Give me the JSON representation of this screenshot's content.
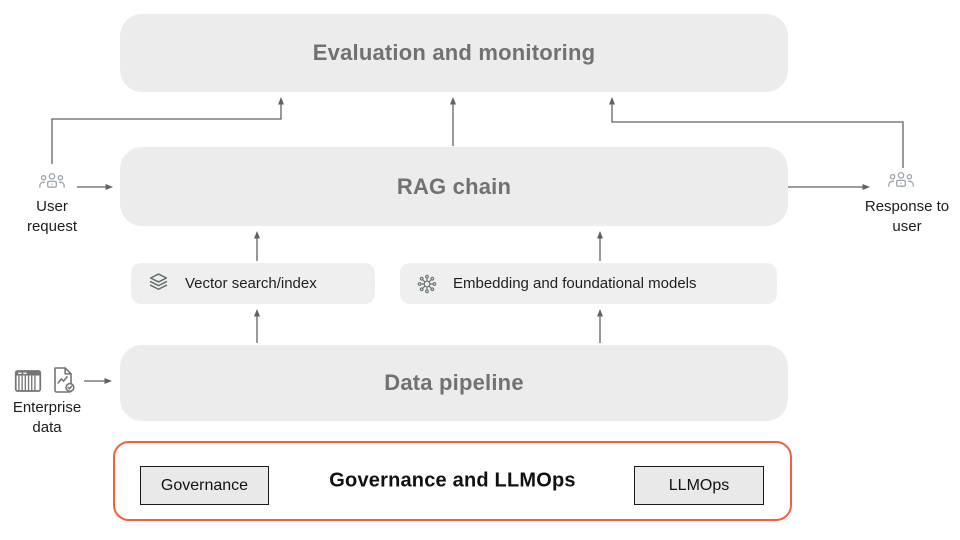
{
  "nodes": {
    "evaluation": {
      "label": "Evaluation and monitoring"
    },
    "rag_chain": {
      "label": "RAG chain"
    },
    "vector_search": {
      "label": "Vector search/index",
      "icon": "layers-icon"
    },
    "embedding": {
      "label": "Embedding and foundational models",
      "icon": "network-icon"
    },
    "data_pipeline": {
      "label": "Data pipeline"
    }
  },
  "endpoints": {
    "user_request": {
      "label": "User request",
      "icon": "groups-icon"
    },
    "response_to_user": {
      "label": "Response to user",
      "icon": "groups-icon"
    },
    "enterprise_data": {
      "label": "Enterprise data",
      "icons": [
        "table-icon",
        "document-chart-icon"
      ]
    }
  },
  "governance": {
    "title": "Governance and LLMOps",
    "governance_chip": "Governance",
    "llmops_chip": "LLMOps"
  },
  "colors": {
    "node_fill": "#ececec",
    "node_text": "#717171",
    "small_node_fill": "#efefef",
    "small_node_text": "#1f1f1f",
    "arrow": "#5f6368",
    "accent_orange": "#f2603e",
    "chip_fill": "#e9e9e9",
    "chip_border": "#1a1a1a",
    "layers_icon_color": "#5f6e6e",
    "network_icon_color": "#6b7878",
    "people_icon_color": "#9aa4ac",
    "data_icon_color": "#757575"
  }
}
